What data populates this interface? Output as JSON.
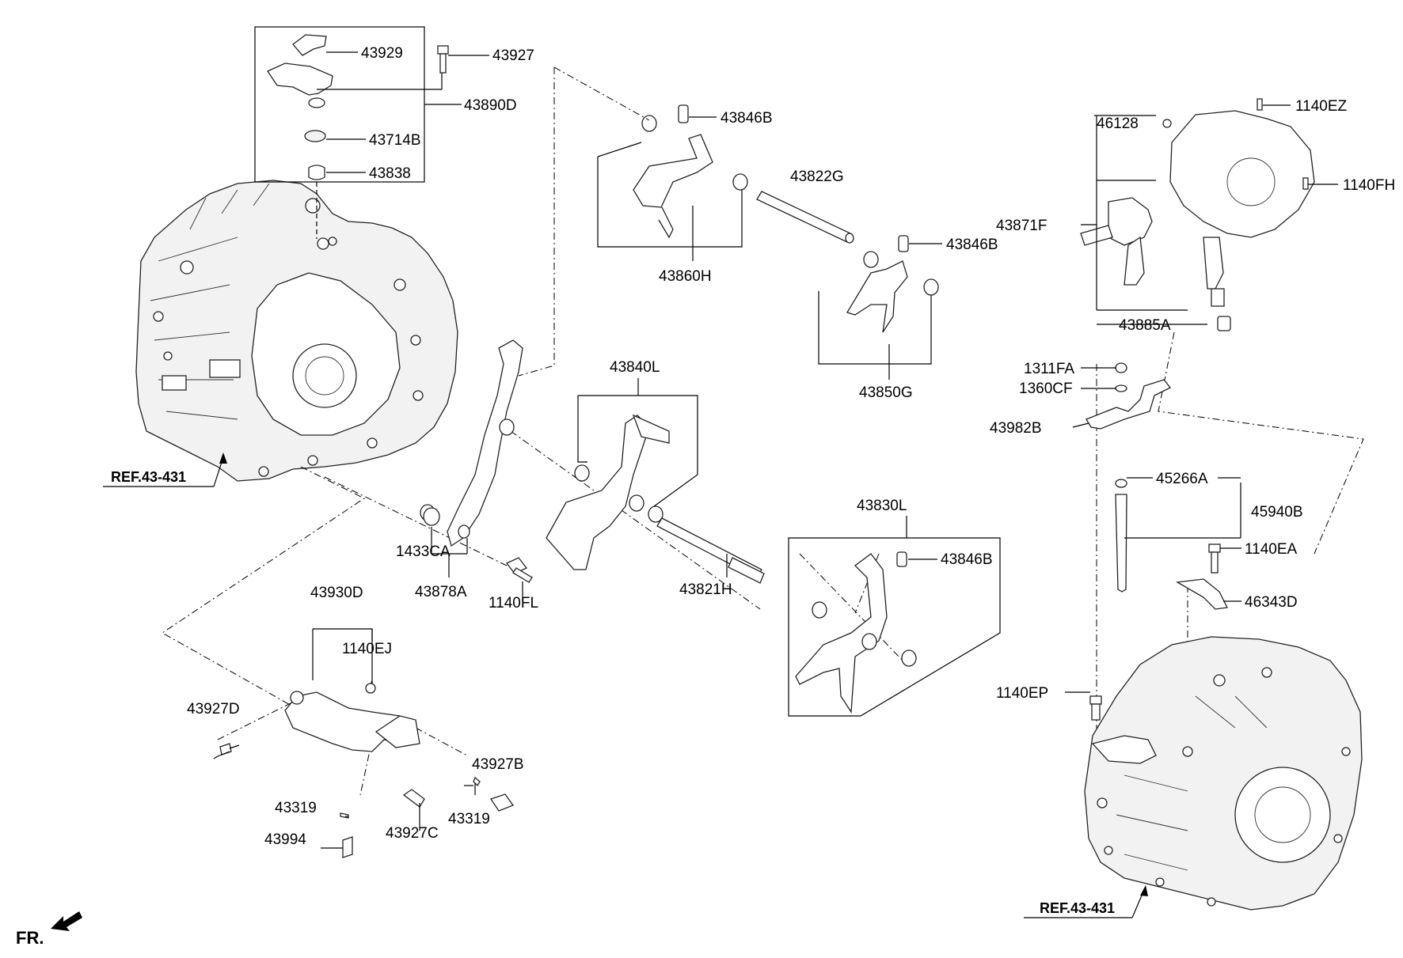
{
  "parts": {
    "p43929": "43929",
    "p43927": "43927",
    "p43890D": "43890D",
    "p43714B": "43714B",
    "p43838": "43838",
    "p43846B_1": "43846B",
    "p43822G": "43822G",
    "p43860H": "43860H",
    "p43846B_2": "43846B",
    "p43850G": "43850G",
    "p43840L": "43840L",
    "p1433CA": "1433CA",
    "p43878A": "43878A",
    "p1140FL": "1140FL",
    "p43821H": "43821H",
    "p43830L": "43830L",
    "p43846B_3": "43846B",
    "p43930D": "43930D",
    "p1140EJ": "1140EJ",
    "p43927D": "43927D",
    "p43927B": "43927B",
    "p43319_1": "43319",
    "p43319_2": "43319",
    "p43994": "43994",
    "p43927C": "43927C",
    "p46128": "46128",
    "p1140EZ": "1140EZ",
    "p1140FH": "1140FH",
    "p43871F": "43871F",
    "p43885A": "43885A",
    "p1311FA": "1311FA",
    "p1360CF": "1360CF",
    "p43982B": "43982B",
    "p45266A": "45266A",
    "p45940B": "45940B",
    "p1140EA": "1140EA",
    "p46343D": "46343D",
    "p1140EP": "1140EP"
  },
  "refs": {
    "left": "REF.43-431",
    "right": "REF.43-431"
  },
  "direction": {
    "front": "FR."
  },
  "icons": {
    "front_arrow": "arrow-icon"
  },
  "colors": {
    "line": "#000000",
    "background": "#ffffff"
  }
}
